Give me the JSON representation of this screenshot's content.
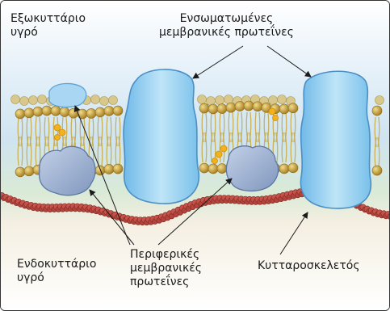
{
  "labels": {
    "extracellular_fluid": "Εξωκυττάριο\nυγρό",
    "integral_proteins": "Ενσωματωμένες\nμεμβρανικές πρωτεΐνες",
    "intracellular_fluid": "Ενδοκυττάριο\nυγρό",
    "peripheral_proteins": "Περιφερικές\nμεμβρανικές\nπρωτεΐνες",
    "cytoskeleton": "Κυτταροσκελετός"
  },
  "colors": {
    "extracellular_background": "#e9f3fa",
    "intracellular_background": "#f3efe4",
    "phospholipid_head": "#b8902c",
    "phospholipid_tail": "#c9b15a",
    "integral_protein": "#8ccbef",
    "peripheral_protein": "#8ea4c7",
    "cholesterol": "#f3b21c",
    "cytoskeleton": "#c6524a"
  }
}
